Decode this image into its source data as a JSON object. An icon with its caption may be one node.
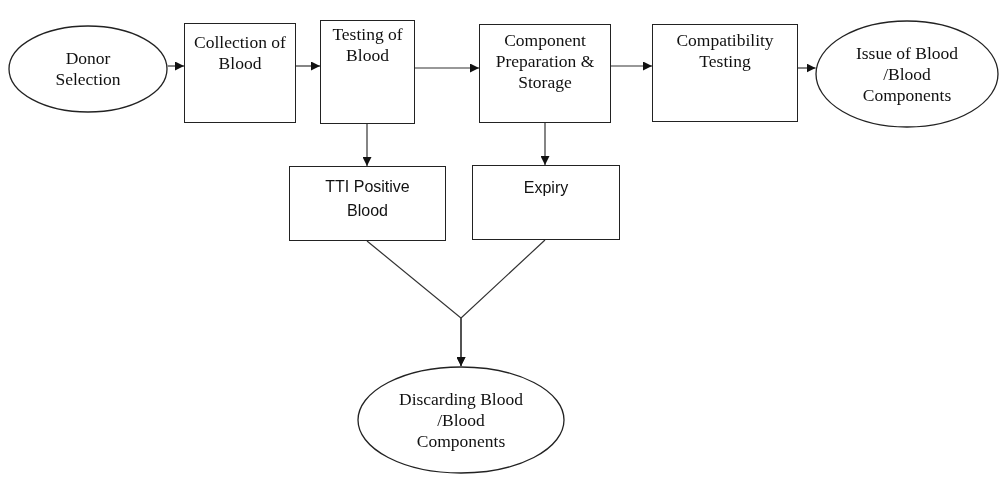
{
  "diagram": {
    "nodes": [
      {
        "text": [
          "Donor Selection"
        ]
      },
      {
        "text": [
          "Collection of Blood"
        ]
      },
      {
        "text": [
          "Testing of Blood"
        ]
      },
      {
        "text": [
          "Component Preparation & Storage"
        ]
      },
      {
        "text": [
          "Compatibility Testing"
        ]
      },
      {
        "text": [
          "Issue of Blood /Blood Components"
        ]
      },
      {
        "text": [
          "TTI Positive Blood"
        ]
      },
      {
        "text": [
          "Expiry"
        ]
      },
      {
        "text": [
          "Discarding Blood /Blood Components"
        ]
      }
    ],
    "edges": [
      {
        "from": 0,
        "to": 1,
        "arrow": "to"
      },
      {
        "from": 1,
        "to": 2,
        "arrow": "to"
      },
      {
        "from": 2,
        "to": 3,
        "arrow": "to"
      },
      {
        "from": 3,
        "to": 4,
        "arrow": "to"
      },
      {
        "from": 4,
        "to": 5,
        "arrow": "to"
      },
      {
        "from": 2,
        "to": 6,
        "arrow": "to"
      },
      {
        "from": 3,
        "to": 7,
        "arrow": "to"
      },
      {
        "from": 6,
        "to": 8,
        "arrow": "to"
      },
      {
        "from": 7,
        "to": 8,
        "arrow": "to"
      }
    ]
  }
}
